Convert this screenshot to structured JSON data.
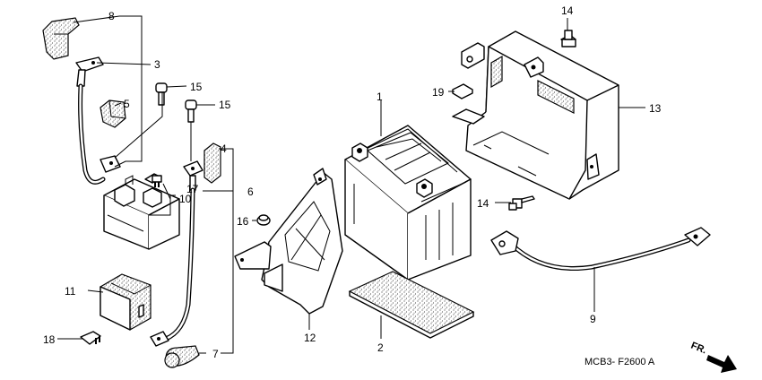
{
  "diagram": {
    "code": "MCB3- F2600 A",
    "direction_label": "FR.",
    "callouts": [
      {
        "id": "1",
        "text": "1"
      },
      {
        "id": "2",
        "text": "2"
      },
      {
        "id": "3",
        "text": "3"
      },
      {
        "id": "4",
        "text": "4"
      },
      {
        "id": "5",
        "text": "5"
      },
      {
        "id": "6",
        "text": "6"
      },
      {
        "id": "7",
        "text": "7"
      },
      {
        "id": "8",
        "text": "8"
      },
      {
        "id": "9",
        "text": "9"
      },
      {
        "id": "10",
        "text": "10"
      },
      {
        "id": "11",
        "text": "11"
      },
      {
        "id": "12",
        "text": "12"
      },
      {
        "id": "13",
        "text": "13"
      },
      {
        "id": "14",
        "text": "14"
      },
      {
        "id": "15a",
        "text": "15"
      },
      {
        "id": "15b",
        "text": "15"
      },
      {
        "id": "16",
        "text": "16"
      },
      {
        "id": "17",
        "text": "17"
      },
      {
        "id": "18a",
        "text": "18"
      },
      {
        "id": "18b",
        "text": "18"
      },
      {
        "id": "19",
        "text": "19"
      }
    ]
  }
}
